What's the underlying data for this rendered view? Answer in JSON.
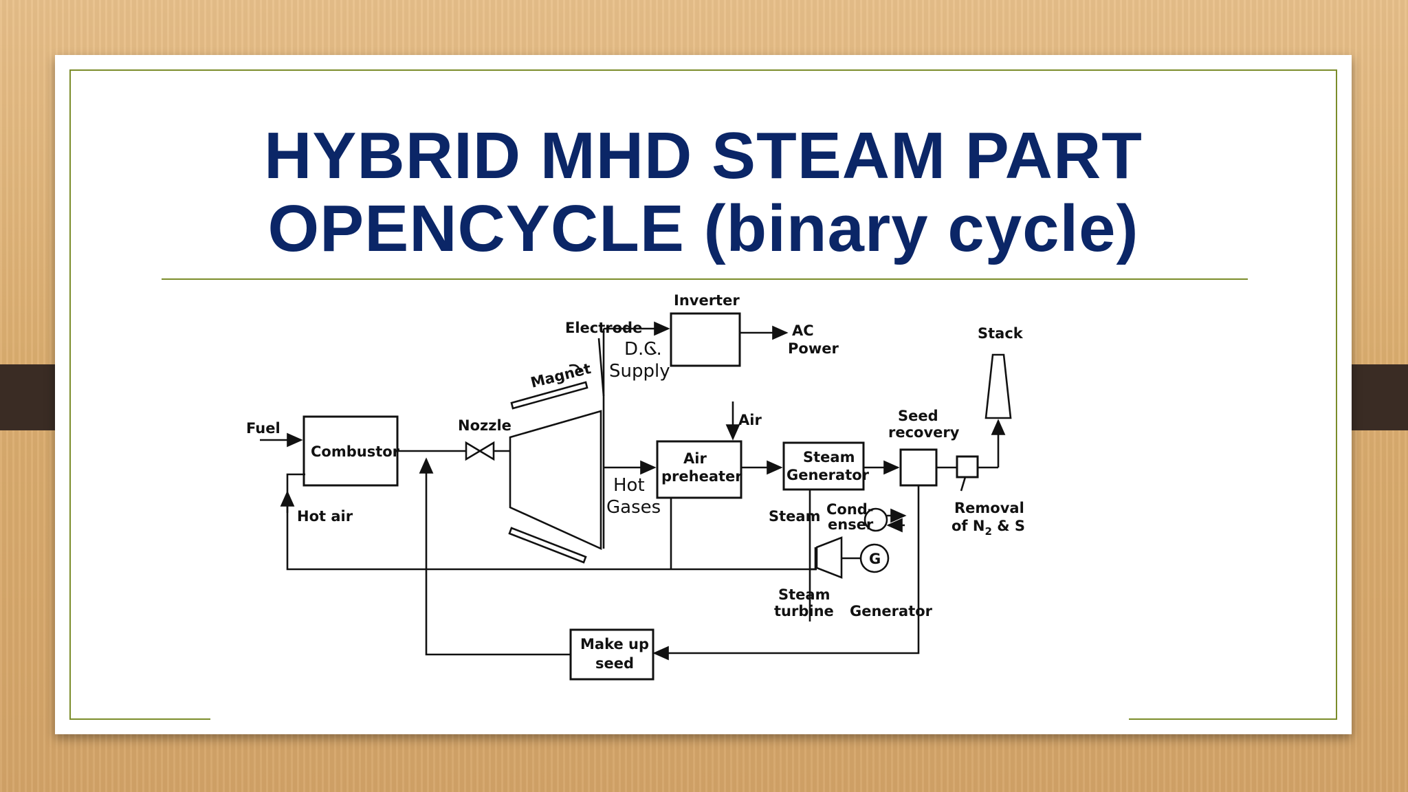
{
  "slide": {
    "title_line1": "HYBRID MHD STEAM PART",
    "title_line2": "OPENCYCLE  (binary cycle)"
  },
  "diagram": {
    "labels": {
      "fuel": "Fuel",
      "combustor": "Combustor",
      "hot_air": "Hot air",
      "nozzle": "Nozzle",
      "magnet": "Magnet",
      "electrode": "Electrode",
      "dc": "D.C.",
      "supply": "Supply",
      "inverter": "Inverter",
      "ac": "AC",
      "power": "Power",
      "hot": "Hot",
      "gases": "Gases",
      "air_in": "Air",
      "air": "Air",
      "preheater": "preheater",
      "steam_gen1": "Steam",
      "steam_gen2": "Generator",
      "seed": "Seed",
      "recovery": "recovery",
      "stack": "Stack",
      "removal": "Removal",
      "of_n2_s": "of N",
      "n2_sub": "2",
      "and_s": " & S",
      "steam": "Steam",
      "cond": "Cond-",
      "enser": "enser",
      "steam_t1": "Steam",
      "steam_t2": "turbine",
      "g": "G",
      "generator": "Generator",
      "makeup1": "Make  up",
      "makeup2": "seed"
    }
  }
}
